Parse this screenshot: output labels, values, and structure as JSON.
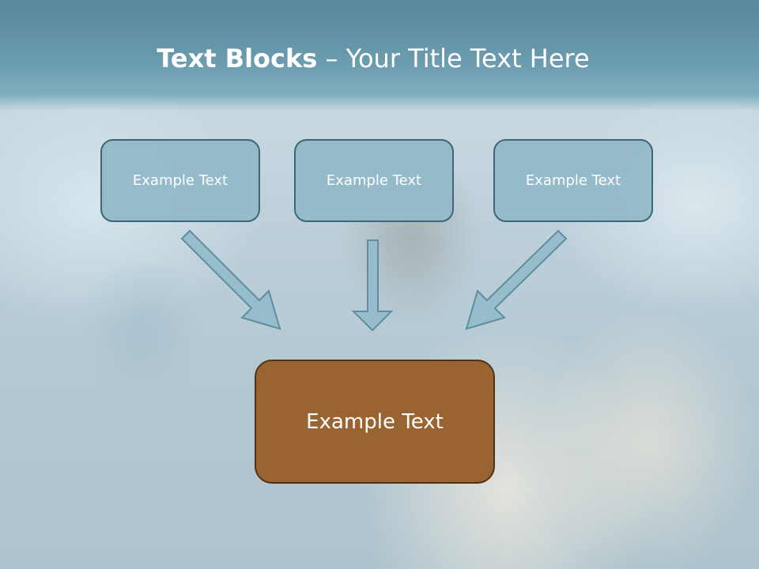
{
  "slide": {
    "title_bold": "Text Blocks",
    "title_rest": " – Your Title Text Here",
    "blocks": [
      {
        "label": "Example Text"
      },
      {
        "label": "Example Text"
      },
      {
        "label": "Example Text"
      }
    ],
    "result": {
      "label": "Example Text"
    },
    "arrow_icons": [
      "arrow-down-right-icon",
      "arrow-down-icon",
      "arrow-down-left-icon"
    ]
  },
  "colors": {
    "header": "#6a9bae",
    "block_fill": "#92b8c8",
    "block_border": "#3f6677",
    "result_fill": "#9a6432",
    "result_border": "#4f3316",
    "arrow_fill": "#97bccc",
    "arrow_stroke": "#5d8ea2"
  }
}
